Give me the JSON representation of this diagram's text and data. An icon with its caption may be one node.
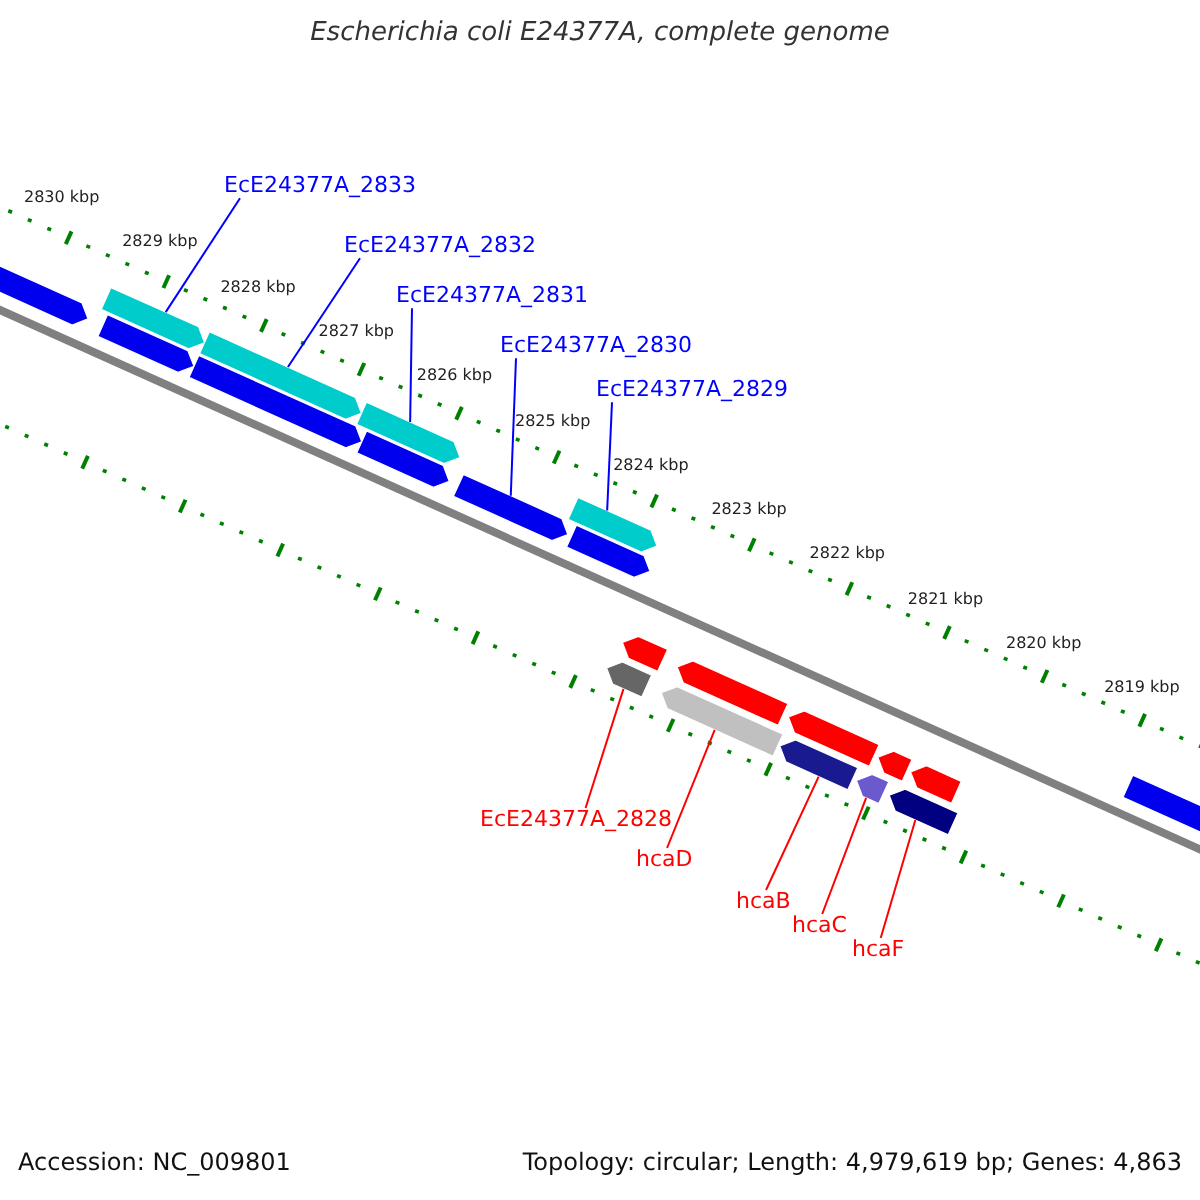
{
  "diagram": {
    "title": "Escherichia coli E24377A, complete genome",
    "nodes": [
      {
        "text": [
          "EcE24377A_2833"
        ]
      },
      {
        "text": [
          "EcE24377A_2832"
        ]
      },
      {
        "text": [
          "EcE24377A_2831"
        ]
      },
      {
        "text": [
          "EcE24377A_2830"
        ]
      },
      {
        "text": [
          "EcE24377A_2829"
        ]
      },
      {
        "text": [
          "EcE24377A_2828"
        ]
      },
      {
        "text": [
          "hcaD"
        ]
      },
      {
        "text": [
          "hcaB"
        ]
      },
      {
        "text": [
          "hcaC"
        ]
      },
      {
        "text": [
          "hcaF"
        ]
      },
      {
        "text": [],
        "shape": "bar"
      },
      {
        "text": [],
        "shape": "bar"
      },
      {
        "text": [],
        "shape": "bar"
      },
      {
        "text": [],
        "shape": "bar"
      },
      {
        "text": [],
        "shape": "bar"
      },
      {
        "text": [],
        "shape": "bar"
      },
      {
        "text": [],
        "shape": "bar"
      },
      {
        "text": [],
        "shape": "bar"
      },
      {
        "text": [],
        "shape": "bar"
      },
      {
        "text": [],
        "shape": "bar"
      },
      {
        "text": [],
        "shape": "bar"
      },
      {
        "text": [],
        "shape": "bar"
      },
      {
        "text": [],
        "shape": "bar"
      },
      {
        "text": [],
        "shape": "bar"
      },
      {
        "text": [],
        "shape": "bar"
      },
      {
        "text": [],
        "shape": "bar"
      },
      {
        "text": [],
        "shape": "bar"
      },
      {
        "text": [],
        "shape": "bar"
      },
      {
        "text": [],
        "shape": "bar"
      },
      {
        "text": [],
        "shape": "bar"
      },
      {
        "text": [],
        "shape": "bar"
      }
    ],
    "edges": [
      {
        "from": 0,
        "to": 10,
        "arrow": "none"
      },
      {
        "from": 1,
        "to": 11,
        "arrow": "none"
      },
      {
        "from": 2,
        "to": 12,
        "arrow": "none"
      },
      {
        "from": 3,
        "to": 13,
        "arrow": "none"
      },
      {
        "from": 4,
        "to": 14,
        "arrow": "none"
      },
      {
        "from": 5,
        "to": 15,
        "arrow": "none",
        "color": "#ff0000"
      },
      {
        "from": 6,
        "to": 16,
        "arrow": "none",
        "color": "#ff0000"
      },
      {
        "from": 7,
        "to": 17,
        "arrow": "none",
        "color": "#ff0000"
      },
      {
        "from": 8,
        "to": 18,
        "arrow": "none",
        "color": "#ff0000"
      },
      {
        "from": 9,
        "to": 19,
        "arrow": "none",
        "color": "#ff0000"
      }
    ],
    "labels": [
      "2830 kbp",
      "2829 kbp",
      "2828 kbp",
      "2827 kbp",
      "2826 kbp",
      "2825 kbp",
      "2824 kbp",
      "2823 kbp",
      "2822 kbp",
      "2821 kbp",
      "2820 kbp",
      "2819 kbp",
      "Accession: NC_009801",
      "Topology: circular; Length: 4,979,619 bp; Genes: 4,863"
    ]
  }
}
